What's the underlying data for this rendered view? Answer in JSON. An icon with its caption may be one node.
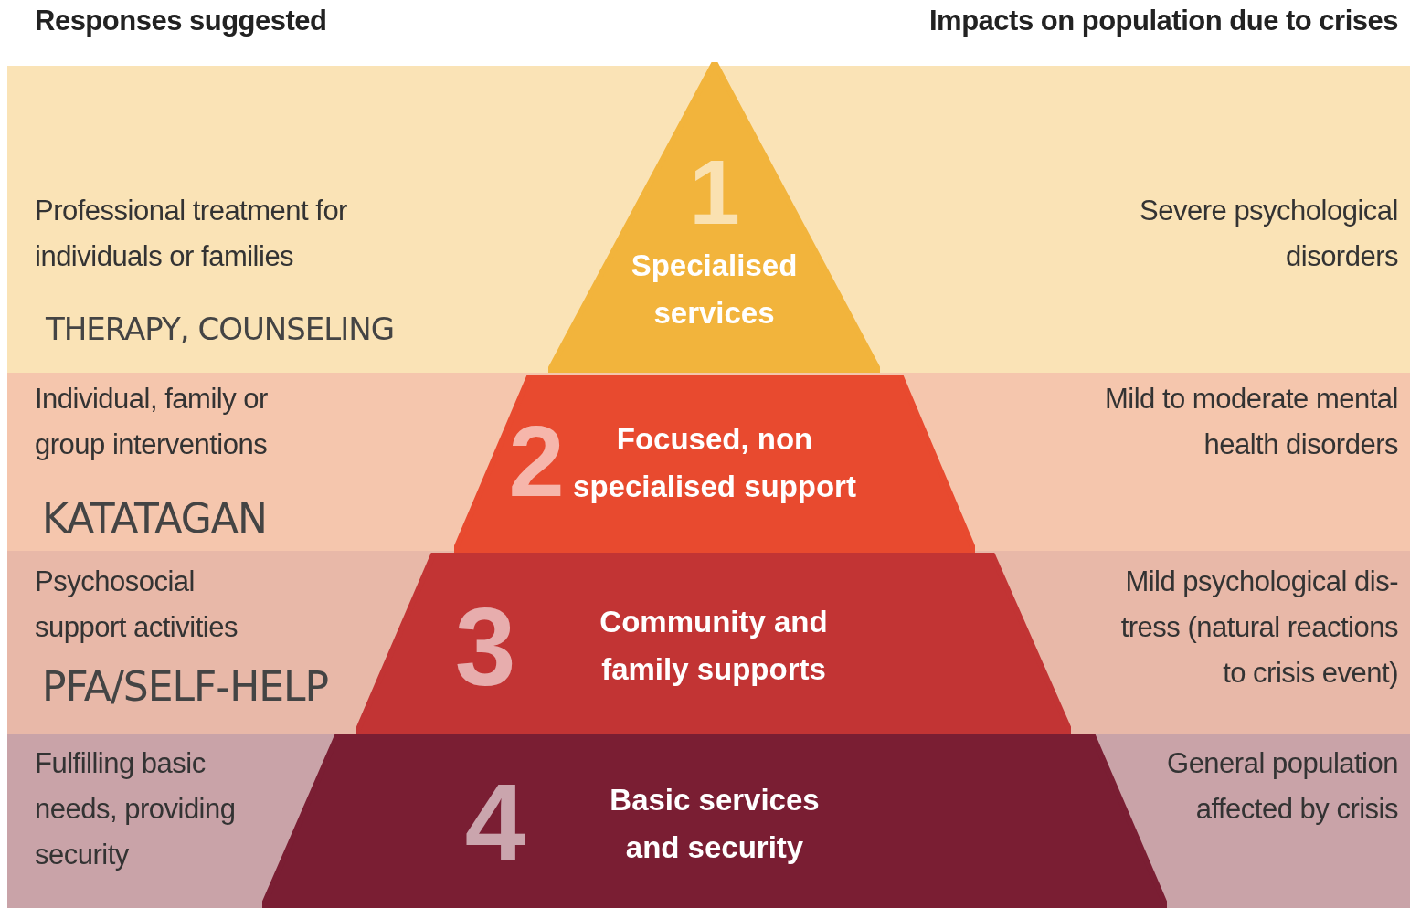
{
  "diagram": {
    "nodes": [
      {
        "text": [
          "1",
          "Specialised services"
        ]
      },
      {
        "text": [
          "2",
          "Focused, non specialised support"
        ]
      },
      {
        "text": [
          "3",
          "Community and family supports"
        ]
      },
      {
        "text": [
          "4",
          "Basic services and security"
        ]
      }
    ],
    "labels": [
      "Responses suggested",
      "Impacts on population due to crises",
      "Professional treatment for individuals or families",
      "Severe psychological disorders",
      "THERAPY, COUNSELING",
      "Individual, family or group interventions",
      "Mild to moderate mental health disorders",
      "KATATAGAN",
      "Psychosocial support activities",
      "Mild psychological dis- tress (natural reactions to crisis event)",
      "PFA/SELF-HELP",
      "Fulfilling basic needs, providing security",
      "General population affected by crisis"
    ]
  }
}
